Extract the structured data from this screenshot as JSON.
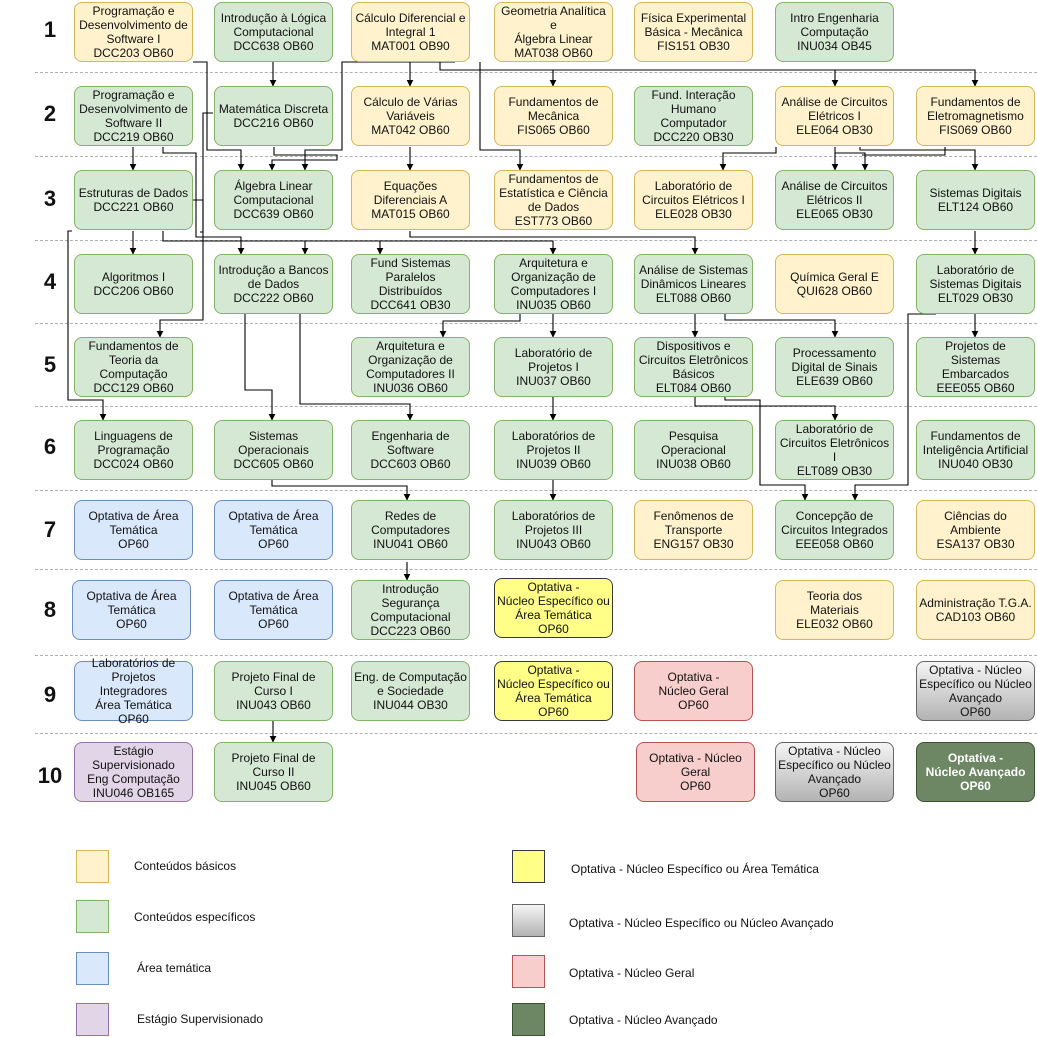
{
  "rows": [
    "1",
    "2",
    "3",
    "4",
    "5",
    "6",
    "7",
    "8",
    "9",
    "10"
  ],
  "courses": {
    "r1c1": "Programação e\nDesenvolvimento de\nSoftware I\nDCC203 OB60",
    "r1c2": "Introdução à Lógica\nComputacional\nDCC638 OB60",
    "r1c3": "Cálculo Diferencial e\nIntegral 1\nMAT001 OB90",
    "r1c4": "Geometria Analítica e\nÁlgebra Linear\nMAT038 OB60",
    "r1c5": "Física Experimental\nBásica - Mecânica\nFIS151 OB30",
    "r1c6": "Intro Engenharia\nComputação\nINU034 OB45",
    "r2c1": "Programação e\nDesenvolvimento de\nSoftware II\nDCC219 OB60",
    "r2c2": "Matemática Discreta\nDCC216 OB60",
    "r2c3": "Cálculo de Várias\nVariáveis\nMAT042 OB60",
    "r2c4": "Fundamentos de\nMecânica\nFIS065 OB60",
    "r2c5": "Fund. Interação\nHumano Computador\nDCC220 OB30",
    "r2c6": "Análise de Circuitos\nElétricos I\nELE064 OB30",
    "r2c7": "Fundamentos de\nEletromagnetismo\nFIS069 OB60",
    "r3c1": "Estruturas de Dados\nDCC221 OB60",
    "r3c2": "Álgebra Linear\nComputacional\nDCC639 OB60",
    "r3c3": "Equações\nDiferenciais A\nMAT015 OB60",
    "r3c4": "Fundamentos de\nEstatística e Ciência\nde Dados\nEST773 OB60",
    "r3c5": "Laboratório de\nCircuitos Elétricos I\nELE028 OB30",
    "r3c6": "Análise de Circuitos\nElétricos II\nELE065 OB30",
    "r3c7": "Sistemas Digitais\nELT124 OB60",
    "r4c1": "Algoritmos I\nDCC206 OB60",
    "r4c2": "Introdução a Bancos\nde Dados\nDCC222 OB60",
    "r4c3": "Fund Sistemas\nParalelos Distribuídos\nDCC641 OB30",
    "r4c4": "Arquitetura e\nOrganização de\nComputadores I\nINU035 OB60",
    "r4c5": "Análise de Sistemas\nDinâmicos Lineares\nELT088 OB60",
    "r4c6": "Química Geral E\nQUI628 OB60",
    "r4c7": "Laboratório de\nSistemas Digitais\nELT029 OB30",
    "r5c1": "Fundamentos de\nTeoria da\nComputação\nDCC129 OB60",
    "r5c3": "Arquitetura e\nOrganização de\nComputadores II\nINU036 OB60",
    "r5c4": "Laboratório de\nProjetos I\nINU037 OB60",
    "r5c5": "Dispositivos e\nCircuitos Eletrônicos\nBásicos\nELT084 OB60",
    "r5c6": "Processamento\nDigital de Sinais\nELE639 OB60",
    "r5c7": "Projetos de Sistemas\nEmbarcados\nEEE055 OB60",
    "r6c1": "Linguagens de\nProgramação\nDCC024 OB60",
    "r6c2": "Sistemas\nOperacionais\nDCC605 OB60",
    "r6c3": "Engenharia de\nSoftware\nDCC603 OB60",
    "r6c4": "Laboratórios de\nProjetos II\nINU039 OB60",
    "r6c5": "Pesquisa\nOperacional\nINU038 OB60",
    "r6c6": "Laboratório de\nCircuitos Eletrônicos I\nELT089 OB30",
    "r6c7": "Fundamentos de\nInteligência Artificial\nINU040 OB30",
    "r7c1": "Optativa de Área\nTemática\nOP60",
    "r7c2": "Optativa de Área\nTemática\nOP60",
    "r7c3": "Redes de\nComputadores\nINU041 OB60",
    "r7c4": "Laboratórios de\nProjetos III\nINU043 OB60",
    "r7c5": "Fenômenos de\nTransporte\nENG157 OB30",
    "r7c6": "Concepção de\nCircuitos Integrados\nEEE058 OB60",
    "r7c7": "Ciências do Ambiente\nESA137 OB30",
    "r8c1": "Optativa de Área\nTemática\nOP60",
    "r8c2": "Optativa de Área\nTemática\nOP60",
    "r8c3": "Introdução\nSegurança\nComputacional\nDCC223 OB60",
    "r8c4": "Optativa -\nNúcleo Específico ou\nÁrea Temática\nOP60",
    "r8c6": "Teoria dos\nMateriais\nELE032 OB60",
    "r8c7": "Administração T.G.A.\nCAD103 OB60",
    "r9c1": "Laboratórios de\nProjetos Integradores\nÁrea Temática\nOP60",
    "r9c2": "Projeto Final de\nCurso I\nINU043 OB60",
    "r9c3": "Eng. de Computação\ne Sociedade\nINU044 OB30",
    "r9c4": "Optativa -\nNúcleo Específico ou\nÁrea Temática\nOP60",
    "r9c5": "Optativa -\nNúcleo Geral\nOP60",
    "r9c7": "Optativa - Núcleo\nEspecífico ou Núcleo\nAvançado\nOP60",
    "r10c1": "Estágio\nSupervisionado\nEng Computação\nINU046 OB165",
    "r10c2": "Projeto Final de\nCurso II\nINU045 OB60",
    "r10c5": "Optativa - Núcleo\nGeral\nOP60",
    "r10c6": "Optativa - Núcleo\nEspecífico ou Núcleo\nAvançado\nOP60",
    "r10c7": "Optativa -\nNúcleo Avançado\nOP60"
  },
  "legend": {
    "basic": "Conteúdos básicos",
    "specific": "Conteúdos específicos",
    "thematic": "Área temática",
    "internship": "Estágio Supervisionado",
    "opt_specific_thematic": "Optativa - Núcleo Específico ou Área Temática",
    "opt_specific_advanced": "Optativa - Núcleo Específico ou Núcleo Avançado",
    "opt_general": "Optativa - Núcleo Geral",
    "opt_advanced": "Optativa - Núcleo Avançado"
  },
  "colors": {
    "basic_fill": "#fff2cc",
    "specific_fill": "#d5e8d4",
    "thematic_fill": "#dae8fc",
    "internship_fill": "#e1d5e7",
    "opt_specific_thematic_fill": "#ffff88",
    "opt_specific_advanced_fill": "#d6d6d6",
    "opt_general_fill": "#f8cecc",
    "opt_advanced_fill": "#6d8764"
  }
}
